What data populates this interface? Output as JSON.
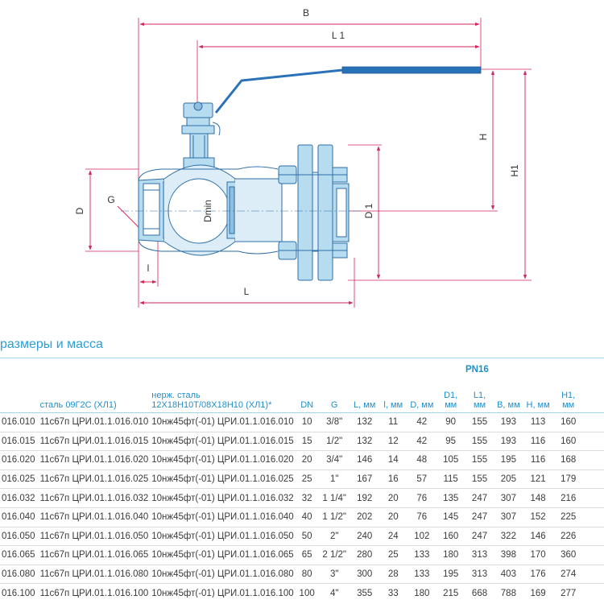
{
  "drawing": {
    "dims": {
      "B": "B",
      "L1": "L 1",
      "H": "H",
      "H1": "H1",
      "D": "D",
      "G": "G",
      "Dmin": "Dmin",
      "D1": "D 1",
      "l": "l",
      "L": "L"
    },
    "colors": {
      "body_fill": "#b7dcef",
      "body_stroke": "#2d6ea8",
      "handle": "#2a72b8",
      "dim_line": "#d0245a"
    }
  },
  "section_title": "размеры и масса",
  "table": {
    "pn_label": "PN16",
    "headers": {
      "col0": "",
      "col1": "сталь 09Г2С (ХЛ1)",
      "col2": "нерж. сталь 12Х18Н10Т/08Х18Н10 (ХЛ1)*",
      "dn": "DN",
      "g": "G",
      "L": "L, мм",
      "l": "l, мм",
      "D": "D, мм",
      "D1": "D1, мм",
      "L1": "L1, мм",
      "B": "B, мм",
      "H": "H, мм",
      "H1": "H1, мм"
    },
    "rows": [
      {
        "c0": "016.010",
        "c1": "11с67п ЦРИ.01.1.016.010",
        "c2": "10нж45фт(-01) ЦРИ.01.1.016.010",
        "dn": "10",
        "g": "3/8\"",
        "L": "132",
        "l": "11",
        "D": "42",
        "D1": "90",
        "L1": "155",
        "B": "193",
        "H": "113",
        "H1": "160"
      },
      {
        "c0": "016.015",
        "c1": "11с67п ЦРИ.01.1.016.015",
        "c2": "10нж45фт(-01) ЦРИ.01.1.016.015",
        "dn": "15",
        "g": "1/2\"",
        "L": "132",
        "l": "12",
        "D": "42",
        "D1": "95",
        "L1": "155",
        "B": "193",
        "H": "116",
        "H1": "160"
      },
      {
        "c0": "016.020",
        "c1": "11с67п ЦРИ.01.1.016.020",
        "c2": "10нж45фт(-01) ЦРИ.01.1.016.020",
        "dn": "20",
        "g": "3/4\"",
        "L": "146",
        "l": "14",
        "D": "48",
        "D1": "105",
        "L1": "155",
        "B": "195",
        "H": "116",
        "H1": "168"
      },
      {
        "c0": "016.025",
        "c1": "11с67п ЦРИ.01.1.016.025",
        "c2": "10нж45фт(-01) ЦРИ.01.1.016.025",
        "dn": "25",
        "g": "1\"",
        "L": "167",
        "l": "16",
        "D": "57",
        "D1": "115",
        "L1": "155",
        "B": "205",
        "H": "121",
        "H1": "179"
      },
      {
        "c0": "016.032",
        "c1": "11с67п ЦРИ.01.1.016.032",
        "c2": "10нж45фт(-01) ЦРИ.01.1.016.032",
        "dn": "32",
        "g": "1 1/4\"",
        "L": "192",
        "l": "20",
        "D": "76",
        "D1": "135",
        "L1": "247",
        "B": "307",
        "H": "148",
        "H1": "216"
      },
      {
        "c0": "016.040",
        "c1": "11с67п ЦРИ.01.1.016.040",
        "c2": "10нж45фт(-01) ЦРИ.01.1.016.040",
        "dn": "40",
        "g": "1 1/2\"",
        "L": "202",
        "l": "20",
        "D": "76",
        "D1": "145",
        "L1": "247",
        "B": "307",
        "H": "152",
        "H1": "225"
      },
      {
        "c0": "016.050",
        "c1": "11с67п ЦРИ.01.1.016.050",
        "c2": "10нж45фт(-01) ЦРИ.01.1.016.050",
        "dn": "50",
        "g": "2\"",
        "L": "240",
        "l": "24",
        "D": "102",
        "D1": "160",
        "L1": "247",
        "B": "322",
        "H": "146",
        "H1": "226"
      },
      {
        "c0": "016.065",
        "c1": "11с67п ЦРИ.01.1.016.065",
        "c2": "10нж45фт(-01) ЦРИ.01.1.016.065",
        "dn": "65",
        "g": "2 1/2\"",
        "L": "280",
        "l": "25",
        "D": "133",
        "D1": "180",
        "L1": "313",
        "B": "398",
        "H": "170",
        "H1": "360"
      },
      {
        "c0": "016.080",
        "c1": "11с67п ЦРИ.01.1.016.080",
        "c2": "10нж45фт(-01) ЦРИ.01.1.016.080",
        "dn": "80",
        "g": "3\"",
        "L": "300",
        "l": "28",
        "D": "133",
        "D1": "195",
        "L1": "313",
        "B": "403",
        "H": "176",
        "H1": "274"
      },
      {
        "c0": "016.100",
        "c1": "11с67п ЦРИ.01.1.016.100",
        "c2": "10нж45фт(-01) ЦРИ.01.1.016.100",
        "dn": "100",
        "g": "4\"",
        "L": "355",
        "l": "33",
        "D": "180",
        "D1": "215",
        "L1": "668",
        "B": "788",
        "H": "169",
        "H1": "277"
      }
    ]
  }
}
